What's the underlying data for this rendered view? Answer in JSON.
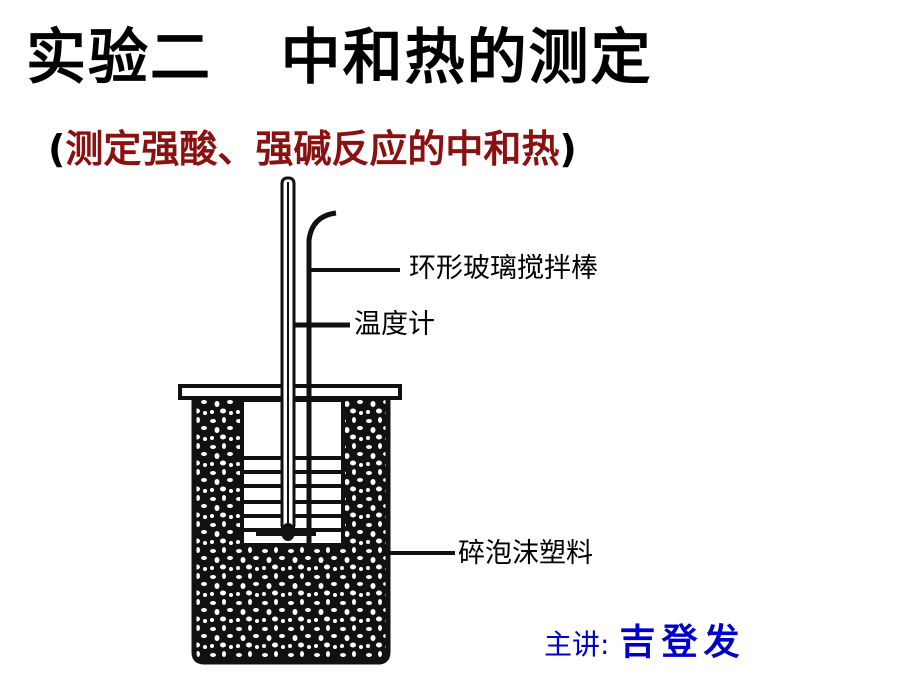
{
  "slide": {
    "title": "实验二   中和热的测定",
    "subtitle": {
      "open": "(",
      "text": "测定强酸、强碱反应的中和热",
      "close": ")"
    },
    "labels": {
      "stirrer": "环形玻璃搅拌棒",
      "thermometer": "温度计",
      "foam": "碎泡沫塑料"
    },
    "presenter": {
      "label": "主讲:",
      "name": "吉登发"
    },
    "colors": {
      "subtitle": "#8b1010",
      "presenter": "#0000cc"
    }
  }
}
